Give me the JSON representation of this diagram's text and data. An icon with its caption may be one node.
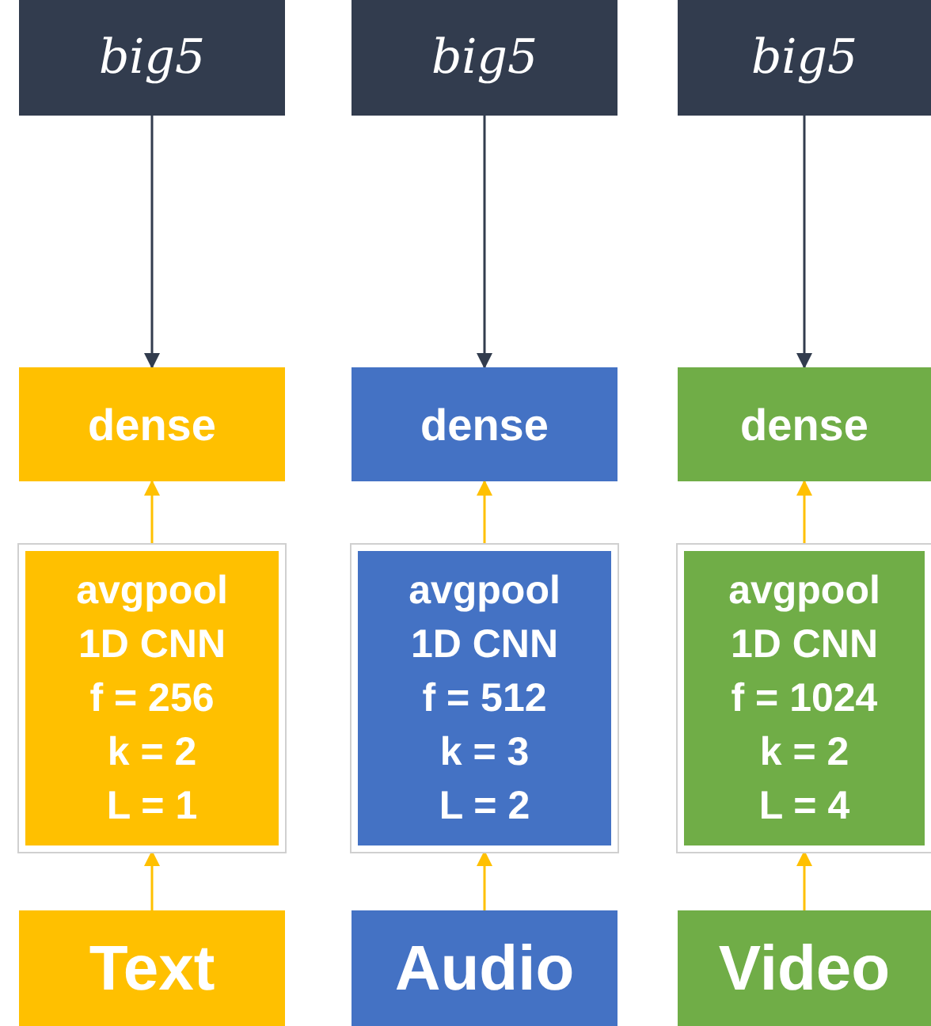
{
  "diagram": {
    "nodes": [
      {
        "text": [
          "big5"
        ]
      },
      {
        "text": [
          "big5"
        ]
      },
      {
        "text": [
          "big5"
        ]
      },
      {
        "text": [
          "dense"
        ]
      },
      {
        "text": [
          "dense"
        ]
      },
      {
        "text": [
          "dense"
        ]
      },
      {
        "text": [
          "avgpool",
          "1D CNN",
          "f = 256",
          "k = 2",
          "L = 1"
        ]
      },
      {
        "text": [
          "avgpool",
          "1D CNN",
          "f = 512",
          "k = 3",
          "L = 2"
        ]
      },
      {
        "text": [
          "avgpool",
          "1D CNN",
          "f = 1024",
          "k = 2",
          "L = 4"
        ]
      },
      {
        "text": [
          "Text"
        ]
      },
      {
        "text": [
          "Audio"
        ]
      },
      {
        "text": [
          "Video"
        ]
      }
    ],
    "edges": [
      {
        "from": 0,
        "to": 3,
        "arrow": "to",
        "color": "#323c4e"
      },
      {
        "from": 1,
        "to": 4,
        "arrow": "to",
        "color": "#323c4e"
      },
      {
        "from": 2,
        "to": 5,
        "arrow": "to",
        "color": "#323c4e"
      },
      {
        "from": 6,
        "to": 3,
        "arrow": "to"
      },
      {
        "from": 7,
        "to": 4,
        "arrow": "to"
      },
      {
        "from": 8,
        "to": 5,
        "arrow": "to"
      },
      {
        "from": 9,
        "to": 6,
        "arrow": "to"
      },
      {
        "from": 10,
        "to": 7,
        "arrow": "to"
      },
      {
        "from": 11,
        "to": 8,
        "arrow": "to"
      }
    ]
  }
}
